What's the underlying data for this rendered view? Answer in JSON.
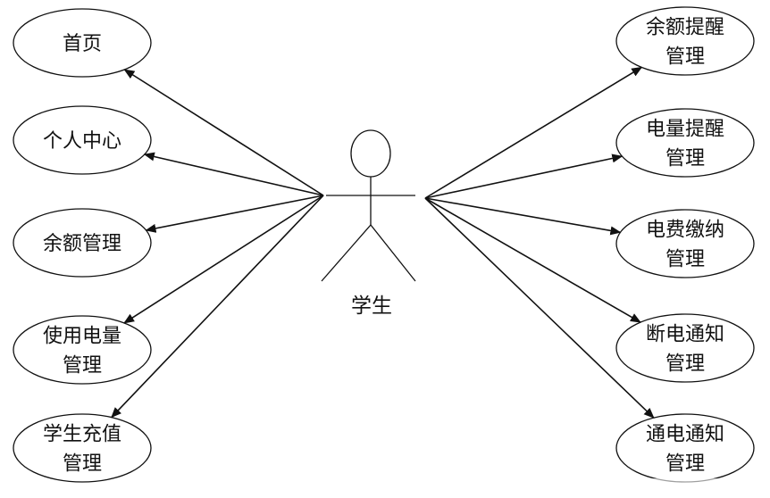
{
  "actor": {
    "name": "学生"
  },
  "left_use_cases": [
    {
      "lines": [
        "首页"
      ]
    },
    {
      "lines": [
        "个人中心"
      ]
    },
    {
      "lines": [
        "余额管理"
      ]
    },
    {
      "lines": [
        "使用电量",
        "管理"
      ]
    },
    {
      "lines": [
        "学生充值",
        "管理"
      ]
    }
  ],
  "right_use_cases": [
    {
      "lines": [
        "余额提醒",
        "管理"
      ]
    },
    {
      "lines": [
        "电量提醒",
        "管理"
      ]
    },
    {
      "lines": [
        "电费缴纳",
        "管理"
      ]
    },
    {
      "lines": [
        "断电通知",
        "管理"
      ]
    },
    {
      "lines": [
        "通电通知",
        "管理"
      ]
    }
  ],
  "colors": {
    "stroke": "#111111",
    "arrow": "#111111",
    "background": "#ffffff"
  }
}
